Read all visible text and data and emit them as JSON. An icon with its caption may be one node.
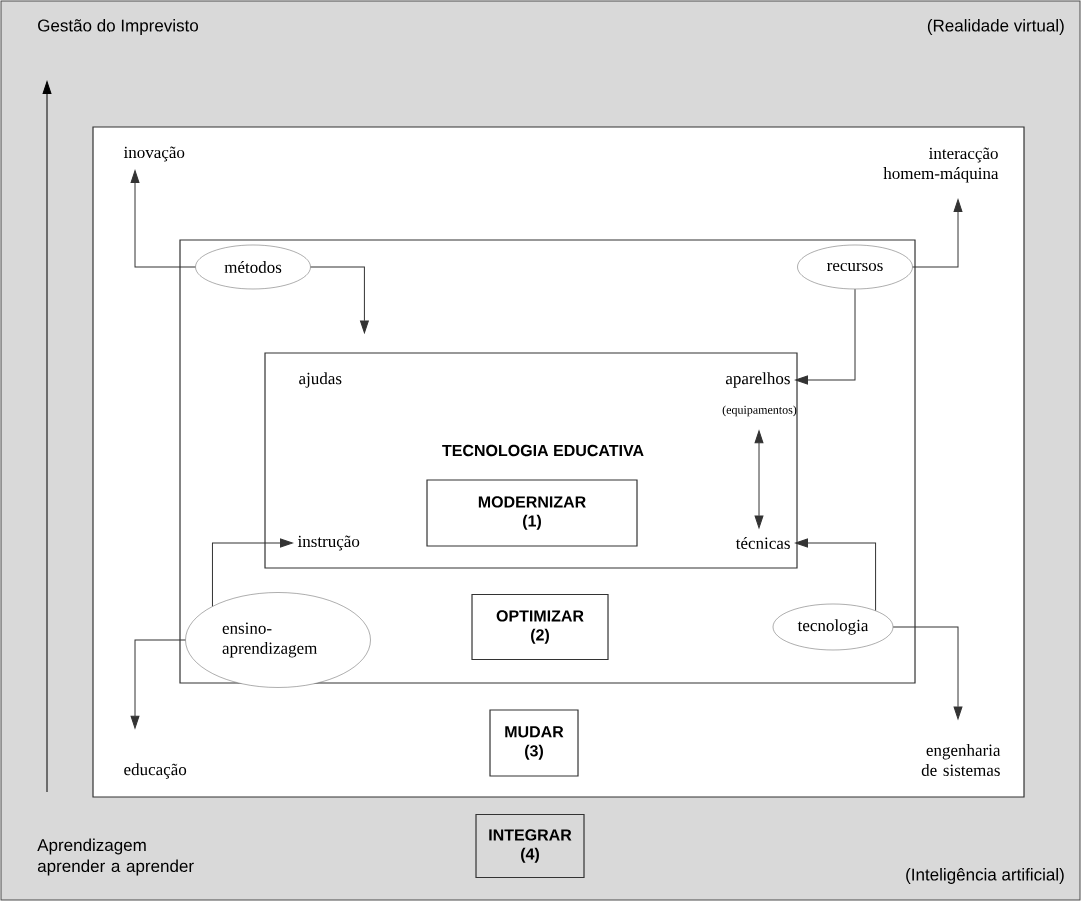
{
  "diagram": {
    "nodes": [
      {
        "text": [],
        "shape": "box"
      },
      {
        "text": [
          "inovação"
        ],
        "in": 0
      },
      {
        "text": [
          "interacção homem-máquina"
        ],
        "in": 0
      },
      {
        "text": [],
        "shape": "box",
        "in": 0
      },
      {
        "text": [
          "métodos"
        ],
        "in": 3
      },
      {
        "text": [
          "recursos"
        ],
        "in": 3
      },
      {
        "text": [
          "TECNOLOGIA EDUCATIVA"
        ],
        "in": 3
      },
      {
        "text": [
          "ajudas"
        ],
        "in": 6
      },
      {
        "text": [
          "aparelhos"
        ],
        "beside": [
          "(equipamentos)"
        ],
        "in": 6
      },
      {
        "text": [
          "MODERNIZAR (1)"
        ],
        "in": 6
      },
      {
        "text": [
          "instrução"
        ],
        "in": 6
      },
      {
        "text": [
          "técnicas"
        ],
        "in": 6
      },
      {
        "text": [
          "OPTIMIZAR (2)"
        ],
        "in": 3
      },
      {
        "text": [
          "ensino- aprendizagem"
        ],
        "in": 3
      },
      {
        "text": [
          "tecnologia"
        ],
        "in": 3
      },
      {
        "text": [
          "MUDAR (3)"
        ],
        "in": 0
      },
      {
        "text": [
          "educação"
        ],
        "in": 0
      },
      {
        "text": [
          "engenharia de sistemas"
        ],
        "in": 0
      },
      {
        "text": [
          "INTEGRAR (4)"
        ]
      }
    ],
    "edges": [
      {
        "from": 4,
        "to": 1,
        "arrow": "to"
      },
      {
        "from": 4,
        "to": 6,
        "arrow": "to"
      },
      {
        "from": 5,
        "to": 2,
        "arrow": "to"
      },
      {
        "from": 5,
        "to": 8,
        "arrow": "to"
      },
      {
        "from": 8,
        "to": 11,
        "arrow": "both"
      },
      {
        "from": 13,
        "to": 10,
        "arrow": "to"
      },
      {
        "from": 13,
        "to": 16,
        "arrow": "to"
      },
      {
        "from": 14,
        "to": 11,
        "arrow": "to"
      },
      {
        "from": 14,
        "to": 17,
        "arrow": "to"
      }
    ],
    "labels": [
      "Gestão do Imprevisto",
      "(Realidade virtual)",
      "Aprendizagem aprender a aprender",
      "(Inteligência artificial)"
    ]
  }
}
